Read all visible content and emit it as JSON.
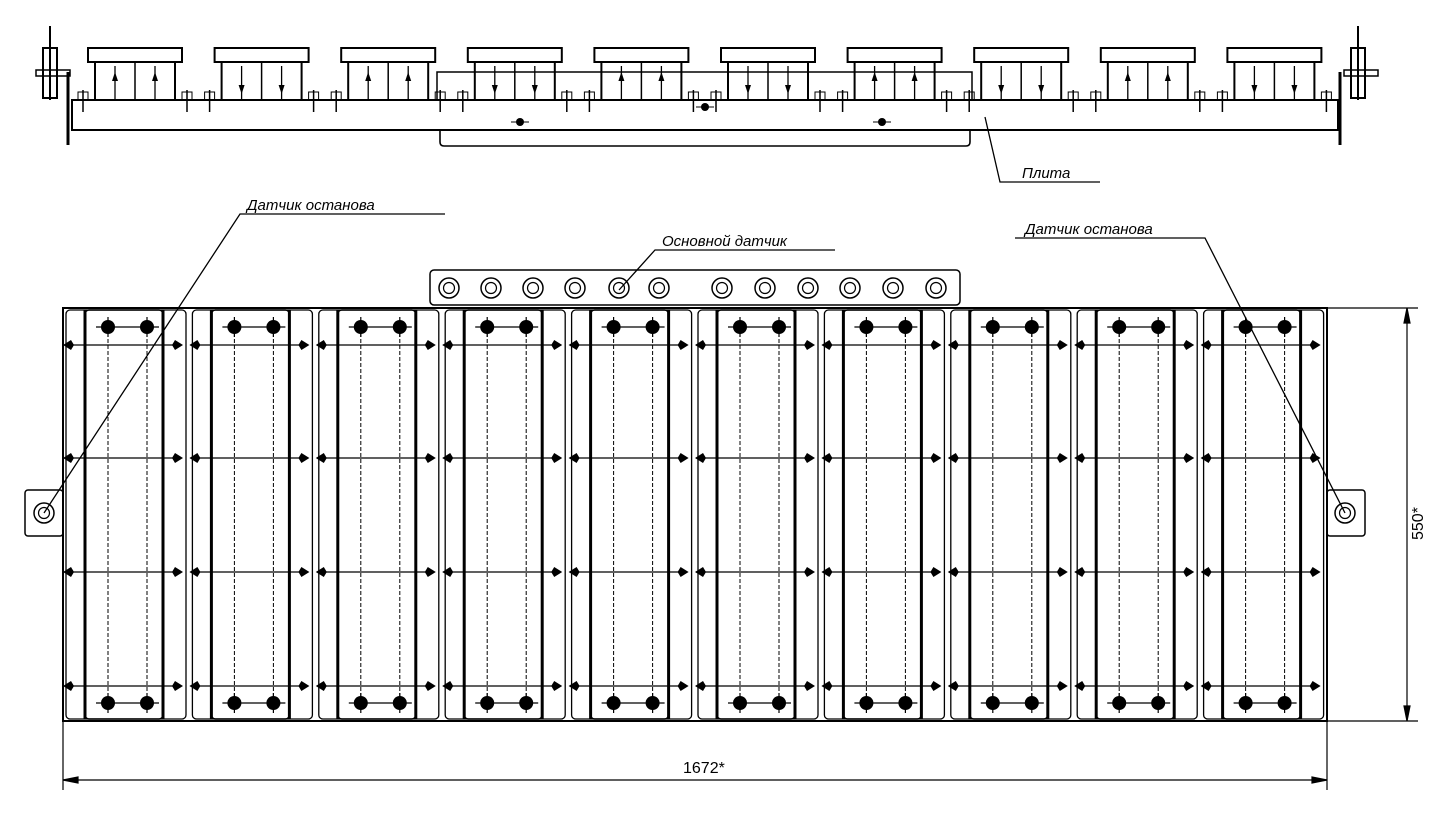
{
  "labels": {
    "plate": "Плита",
    "stop_sensor_left": "Датчик останова",
    "main_sensor": "Основной датчик",
    "stop_sensor_right": "Датчик останова"
  },
  "dimensions": {
    "width": "1672*",
    "height": "550*"
  },
  "modules": {
    "count": 10,
    "top_view_arrow_directions": [
      "up",
      "down",
      "up",
      "down",
      "up",
      "down",
      "up",
      "down",
      "up",
      "down"
    ]
  },
  "main_sensor_nuts": 12
}
